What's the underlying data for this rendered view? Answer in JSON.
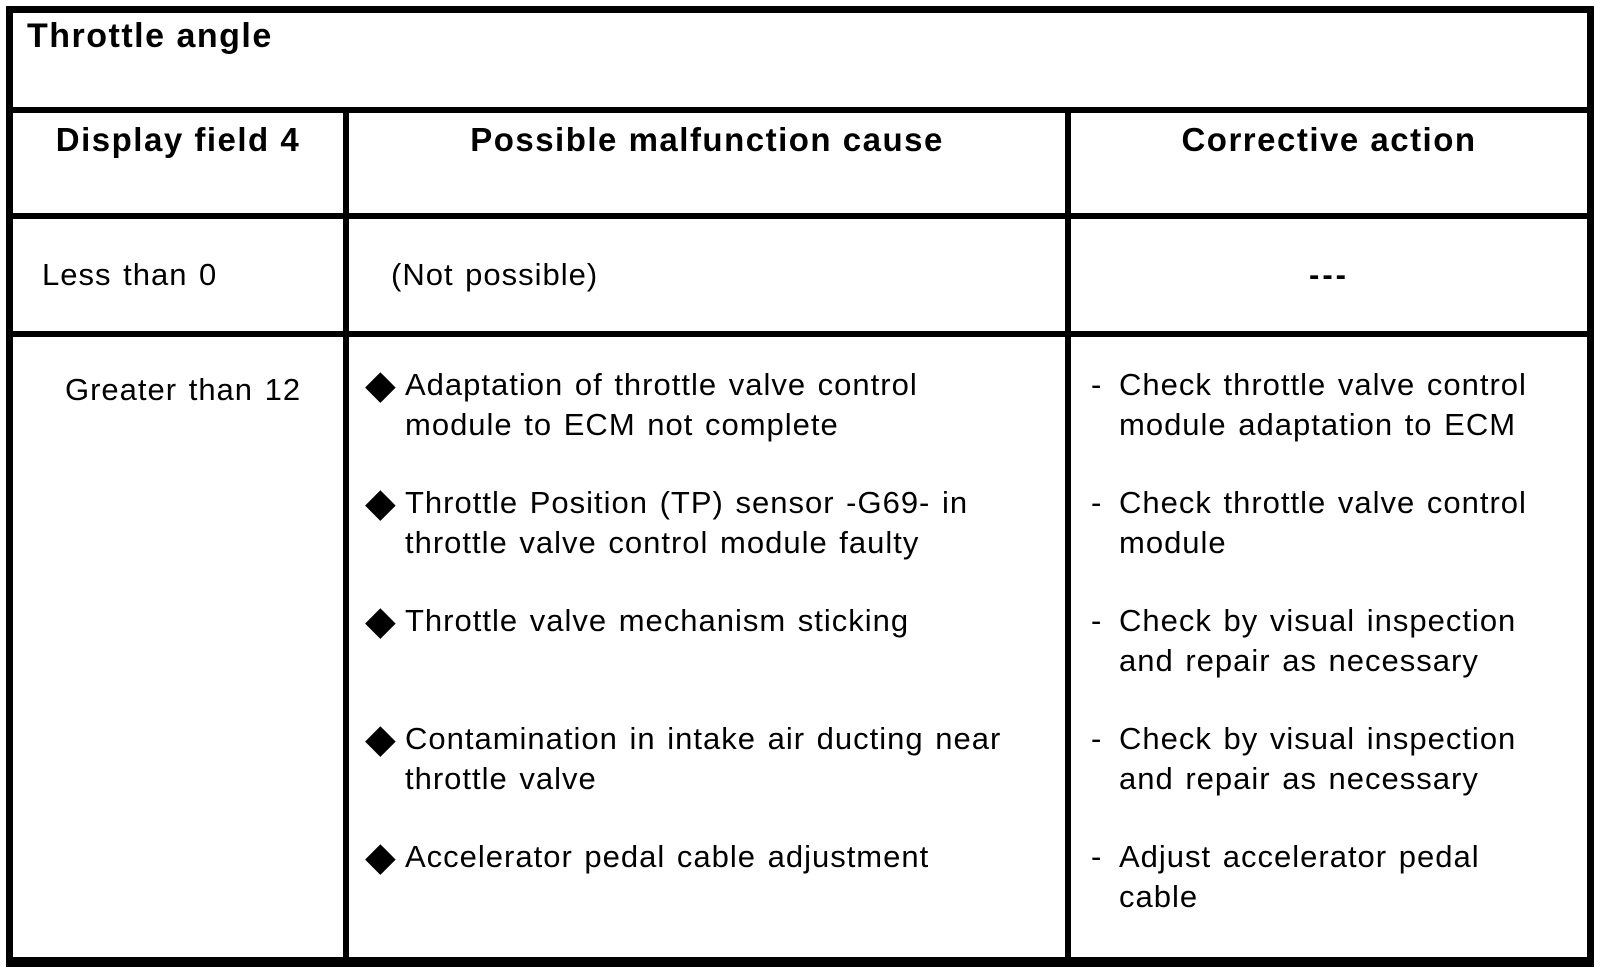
{
  "title": "Throttle angle",
  "columns": [
    "Display field 4",
    "Possible malfunction cause",
    "Corrective action"
  ],
  "bullet_glyph": "◆",
  "dash_glyph": "-",
  "rows": {
    "less_than_0": {
      "display_field": "Less than 0",
      "cause": "(Not possible)",
      "action": "---"
    },
    "greater_than_12": {
      "display_field": "Greater than 12",
      "items": [
        {
          "cause": "Adaptation of throttle valve control module to ECM not complete",
          "action": "Check throttle valve control module adaptation to ECM"
        },
        {
          "cause": "Throttle Position (TP) sensor -G69- in throttle valve control module faulty",
          "action": "Check throttle valve control module"
        },
        {
          "cause": "Throttle valve mechanism sticking",
          "action": "Check by visual inspection and repair as necessary"
        },
        {
          "cause": "Contamination in intake air ducting near throttle valve",
          "action": "Check by visual inspection and repair as necessary"
        },
        {
          "cause": "Accelerator pedal cable adjustment",
          "action": "Adjust accelerator pedal cable"
        }
      ]
    }
  }
}
